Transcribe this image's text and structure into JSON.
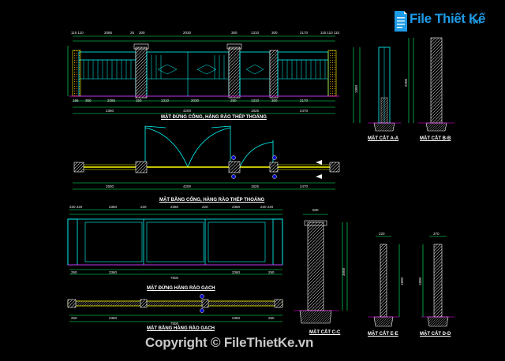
{
  "titles": {
    "elevation_gate": "MẶT ĐỨNG CỔNG, HÀNG RÀO THÉP THOÁNG",
    "plan_gate": "MẶT BẰNG CỔNG, HÀNG RÀO THÉP THOÁNG",
    "elevation_brick": "MẶT ĐỨNG HÀNG RÀO GẠCH",
    "plan_brick": "MẶT BẰNG HÀNG RÀO GẠCH",
    "section_aa": "MẶT CẮT A-A",
    "section_bb": "MẶT CẮT B-B",
    "section_cc": "MẶT CẮT C-C",
    "section_ee": "MẶT CẮT E-E",
    "section_dd": "MẶT CẮT D-D"
  },
  "dims": {
    "top1": "110",
    "top2": "115 110",
    "top3": "2085",
    "top4": "25",
    "top5": "300",
    "top6": "25",
    "top7": "2030",
    "top8": "25",
    "top9": "300",
    "top10": "25",
    "top11": "1310",
    "top12": "300",
    "top13": "2170",
    "top14": "115 110 110",
    "bot1": "165",
    "bot2": "350",
    "bot3": "2085",
    "bot4": "250",
    "bot5": "1310",
    "bot6": "2030",
    "bot7": "250",
    "bot8": "1310",
    "bot9": "300",
    "bot10": "2170",
    "tot1": "2360",
    "tot2": "4200",
    "tot3": "1825",
    "tot4": "2470",
    "plan1": "2500",
    "plan2": "4200",
    "plan3": "1825",
    "plan4": "2470",
    "br1": "220 220",
    "br2": "2360",
    "br3": "220",
    "br4": "2360",
    "br5": "220",
    "br6": "2360",
    "br7": "220 220",
    "brb1": "250",
    "brb2": "2360",
    "brb3": "7500",
    "brb4": "2360",
    "brb5": "250",
    "brp1": "250",
    "brp2": "2360",
    "brp3": "7500",
    "brp4": "2360",
    "brp5": "250",
    "sc1": "330",
    "sc2": "220",
    "sc3": "500",
    "sec_dd": "370",
    "v1": "1000",
    "v2": "2200",
    "v3": "1500",
    "v4": "1000",
    "v5": "3000",
    "v6": "2100",
    "v7": "1800",
    "v8": "1800"
  },
  "logo": {
    "text": "File Thiết Kế",
    "domain": ".vn"
  },
  "copyright": "Copyright © FileThietKe.vn",
  "colors": {
    "background": "#000000",
    "line_cyan": "#00ffff",
    "line_green": "#00ff66",
    "line_yellow": "#ffff00",
    "line_magenta": "#ff00ff",
    "line_white": "#ffffff",
    "logo_blue": "#1e9be6"
  }
}
